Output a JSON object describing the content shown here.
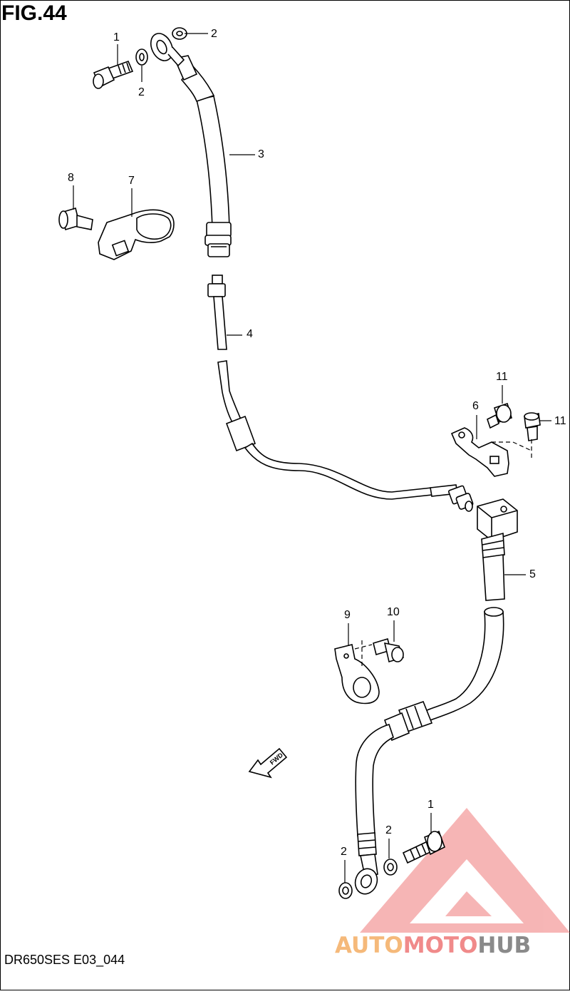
{
  "figure": {
    "title": "FIG.44",
    "code": "DR650SES E03_044"
  },
  "callouts": {
    "c1a": "1",
    "c2a": "2",
    "c2b": "2",
    "c3": "3",
    "c4": "4",
    "c5": "5",
    "c6": "6",
    "c7": "7",
    "c8": "8",
    "c9": "9",
    "c10": "10",
    "c11a": "11",
    "c11b": "11",
    "c1b": "1",
    "c2c": "2",
    "c2d": "2"
  },
  "fwd_arrow": {
    "label": "FWD"
  },
  "watermark": {
    "part1": "AUTO",
    "part2": "MOTO",
    "part3": "HUB",
    "colors": {
      "orange": "#f5b97a",
      "red": "#f08a8a",
      "gray": "#8a8a8a"
    }
  }
}
